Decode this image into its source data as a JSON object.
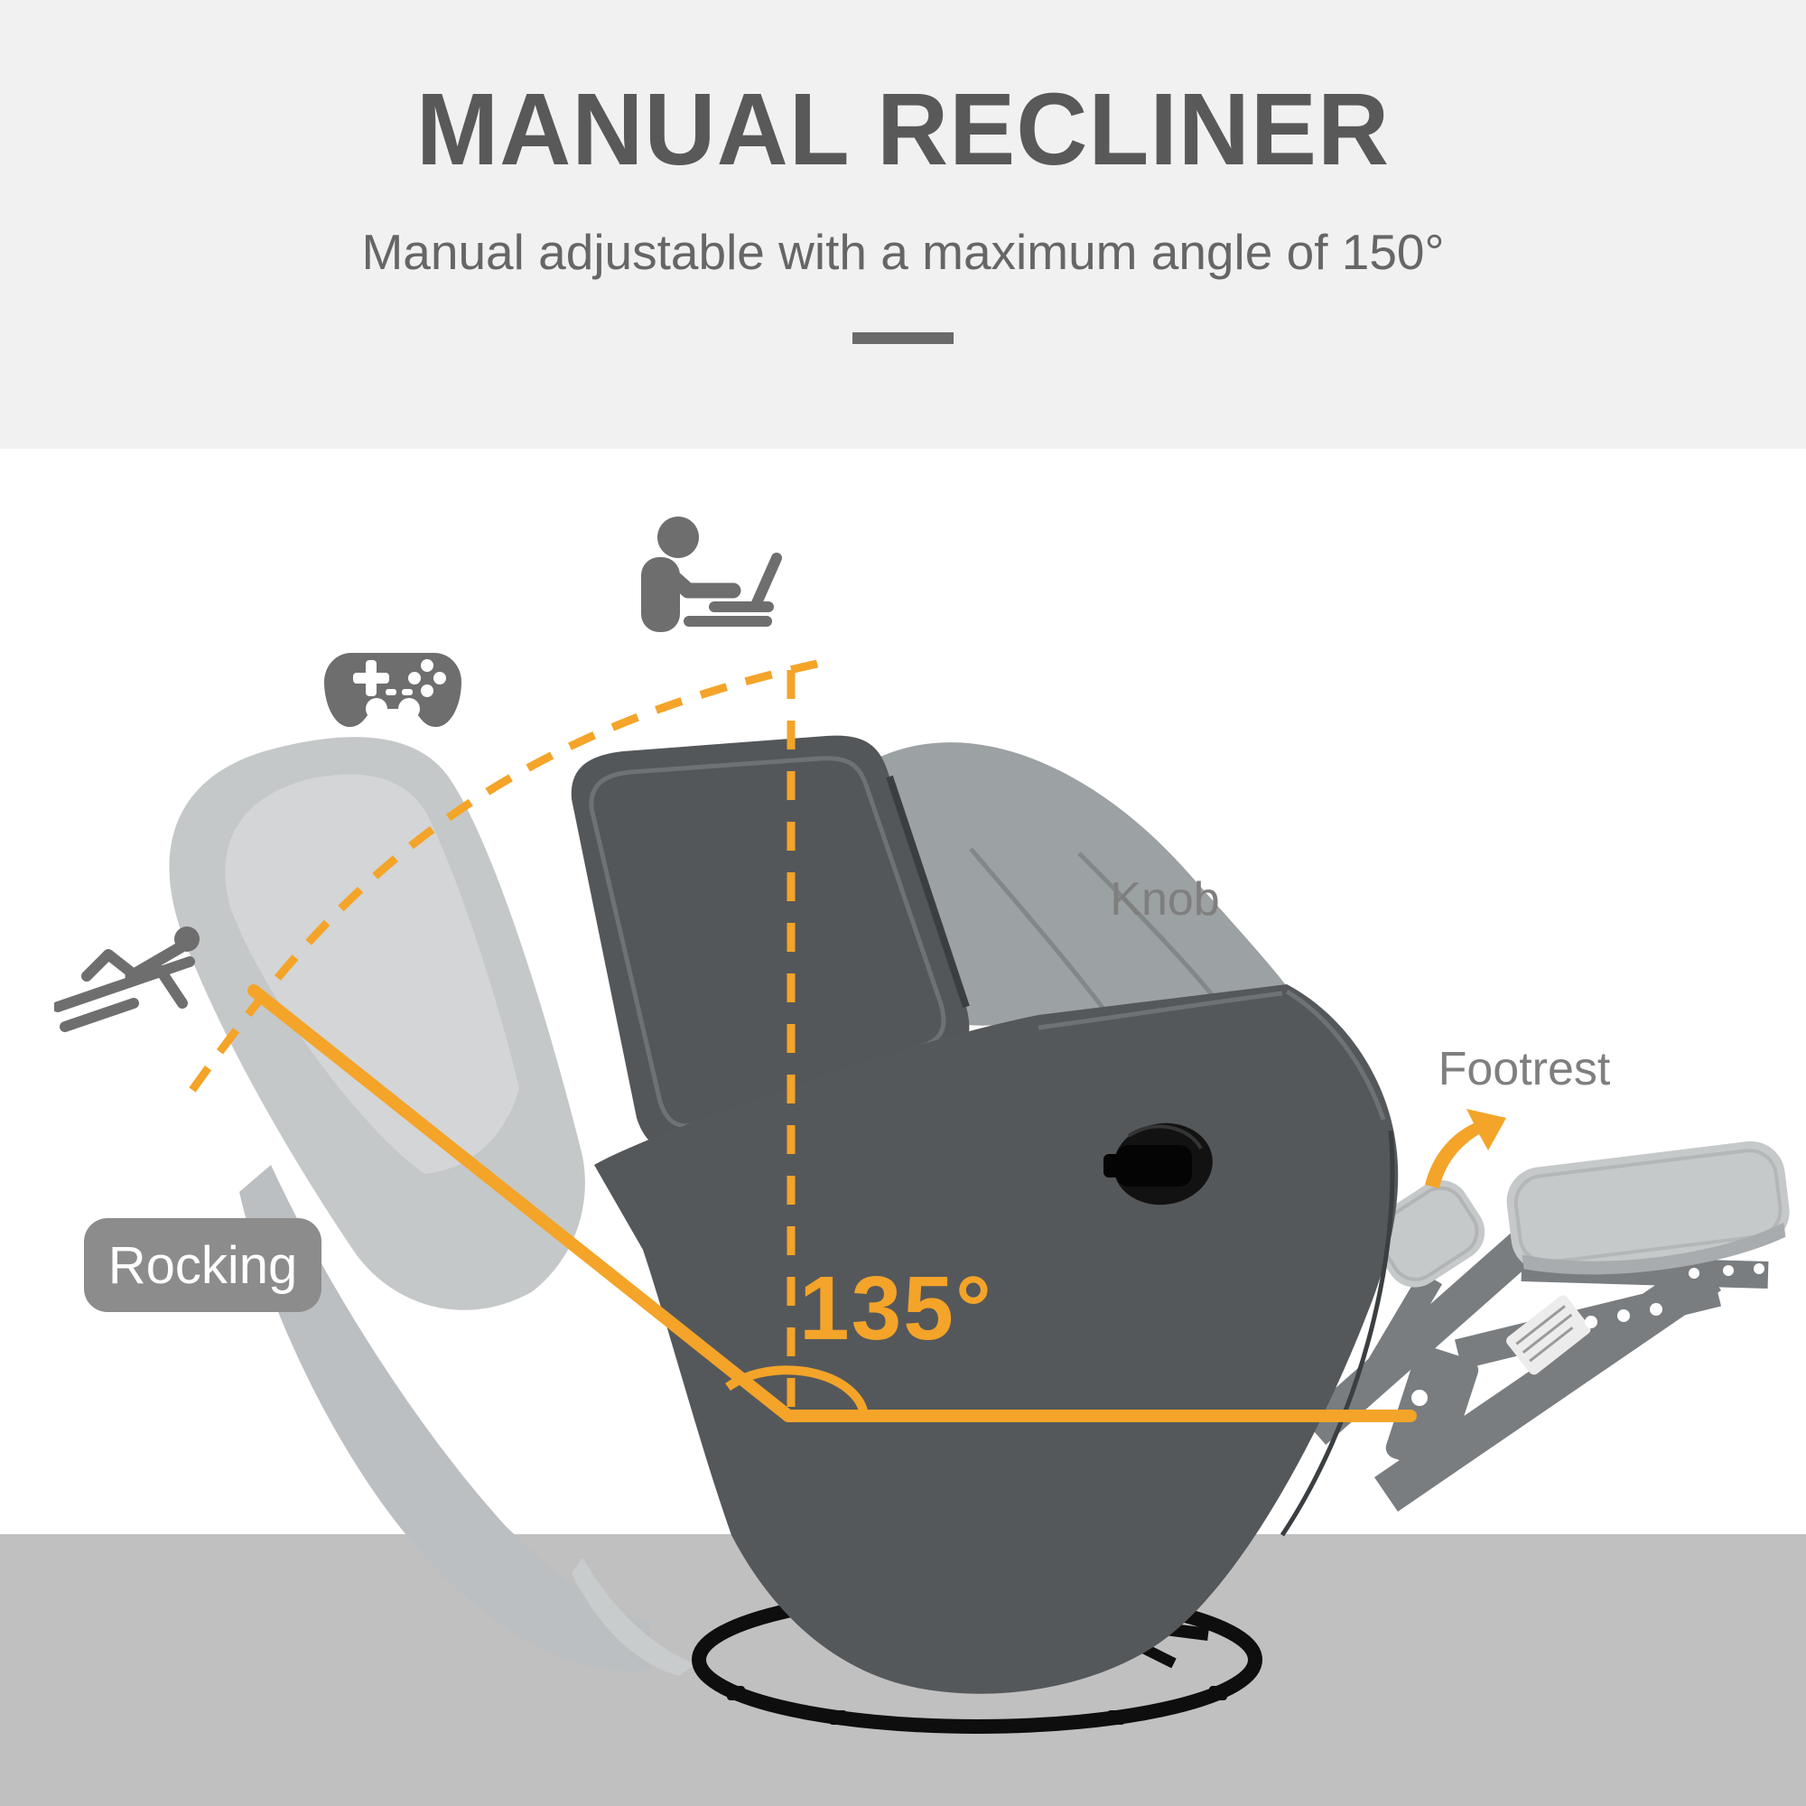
{
  "header": {
    "title": "MANUAL RECLINER",
    "subtitle": "Manual adjustable with a maximum angle of 150°"
  },
  "labels": {
    "rocking": "Rocking",
    "knob": "Knob",
    "footrest": "Footrest",
    "angle": "135°"
  },
  "icons": [
    {
      "name": "laptop-user-icon",
      "meaning": "use while working on laptop"
    },
    {
      "name": "gamepad-icon",
      "meaning": "use while gaming"
    },
    {
      "name": "reclining-user-icon",
      "meaning": "use while fully reclined"
    },
    {
      "name": "curved-arrow-icon",
      "meaning": "footrest lifts up"
    }
  ],
  "colors": {
    "accent_orange": "#F4A428",
    "header_band": "#F1F1F2",
    "floor_band": "#C0C0C1",
    "title_text": "#595959",
    "subtitle_text": "#666666",
    "label_text": "#7F7F7F",
    "rocking_pill_bg": "#8C8C8C",
    "rocking_pill_text": "#FFFFFF",
    "icon_gray": "#6E6E6E",
    "chair_dark": "#55585B",
    "chair_cushion": "#9CA1A3",
    "chair_ghost": "#C5C8C9",
    "metal_linkage": "#797D80",
    "knob_black": "#121212",
    "base_black": "#0E0E0E"
  }
}
